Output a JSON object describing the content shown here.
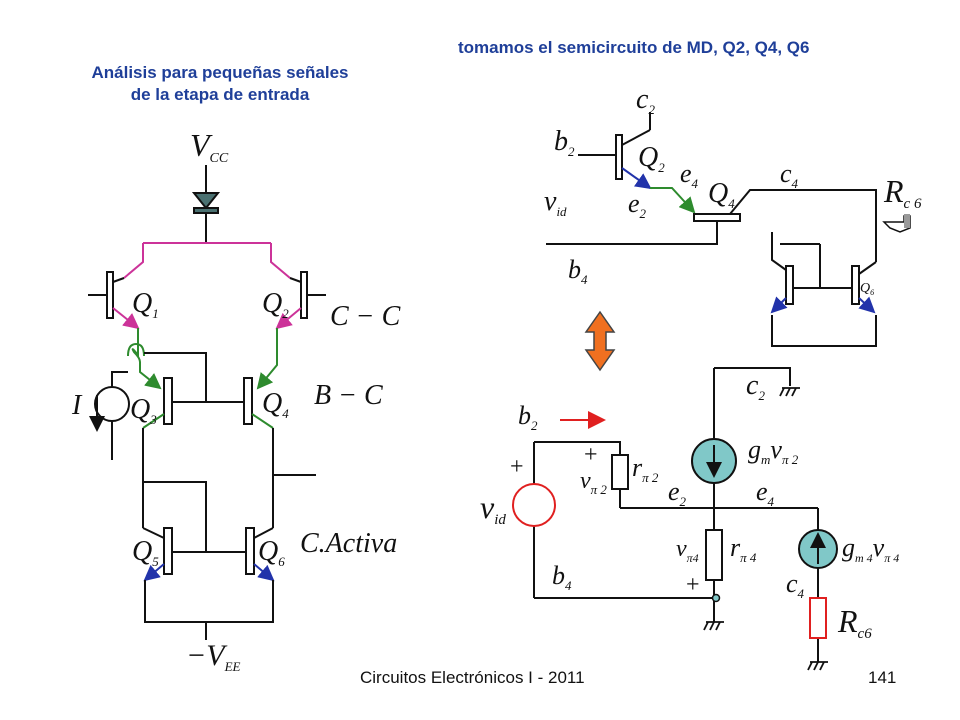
{
  "slide": {
    "title_right": "tomamos el semicircuito de MD, Q2, Q4, Q6",
    "title_left_line1": "Análisis para pequeñas señales",
    "title_left_line2": "de la etapa de entrada",
    "footer": "Circuitos Electrónicos I - 2011",
    "page_number": "141"
  },
  "left_circuit": {
    "vcc": {
      "main": "V",
      "sub": "CC"
    },
    "vee": {
      "main": "−V",
      "sub": "EE"
    },
    "q1": {
      "main": "Q",
      "sub": "1"
    },
    "q2": {
      "main": "Q",
      "sub": "2"
    },
    "q3": {
      "main": "Q",
      "sub": "3"
    },
    "q4": {
      "main": "Q",
      "sub": "4"
    },
    "q5": {
      "main": "Q",
      "sub": "5"
    },
    "q6": {
      "main": "Q",
      "sub": "6"
    },
    "current_source": "I",
    "config_cc": "C − C",
    "config_bc": "B − C",
    "config_active": "C.Activa"
  },
  "right_circuit": {
    "c2": {
      "main": "c",
      "sub": "2"
    },
    "b2": {
      "main": "b",
      "sub": "2"
    },
    "q2": {
      "main": "Q",
      "sub": "2"
    },
    "e4": {
      "main": "e",
      "sub": "4"
    },
    "q4": {
      "main": "Q",
      "sub": "4"
    },
    "c4": {
      "main": "c",
      "sub": "4"
    },
    "rc6": {
      "main": "R",
      "sub": "c 6"
    },
    "vid": {
      "main": "v",
      "sub": "id"
    },
    "e2": {
      "main": "e",
      "sub": "2"
    },
    "b4": {
      "main": "b",
      "sub": "4"
    },
    "q6": {
      "main": "Q",
      "sub": "6"
    }
  },
  "small_signal": {
    "c2": {
      "main": "c",
      "sub": "2"
    },
    "b2": {
      "main": "b",
      "sub": "2"
    },
    "plus_top": "+",
    "r_pi2": {
      "main": "r",
      "sub": "π 2"
    },
    "v_pi2": {
      "main": "v",
      "sub": "π 2"
    },
    "gm_vpi2": {
      "main": "g",
      "sub1": "m",
      "mid": "v",
      "sub2": "π 2"
    },
    "plus_src": "+",
    "vid": {
      "main": "v",
      "sub": "id"
    },
    "e2": {
      "main": "e",
      "sub": "2"
    },
    "e4": {
      "main": "e",
      "sub": "4"
    },
    "v_pi4": {
      "main": "v",
      "sub": "π4"
    },
    "r_pi4": {
      "main": "r",
      "sub": "π 4"
    },
    "gm4_vpi4": {
      "main": "g",
      "sub1": "m 4",
      "mid": "v",
      "sub2": "π 4"
    },
    "b4": {
      "main": "b",
      "sub": "4"
    },
    "plus_bottom": "+",
    "c4": {
      "main": "c",
      "sub": "4"
    },
    "rc6": {
      "main": "R",
      "sub": "c6"
    }
  },
  "colors": {
    "heading": "#1f3f99",
    "wire": "#111111",
    "pink_wire": "#cc3399",
    "green_wire": "#2e8b2e",
    "emitter_arrow": "#2233aa",
    "source_fill": "#80c8c8",
    "double_arrow": "#f07020",
    "signal_arrow": "#e02020"
  }
}
